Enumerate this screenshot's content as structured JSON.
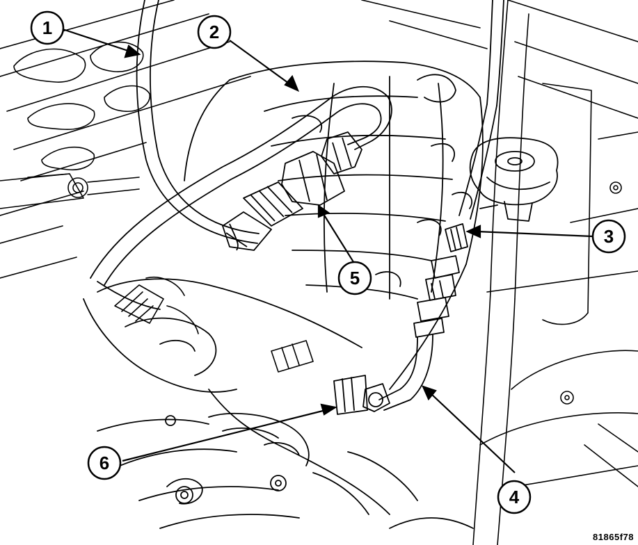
{
  "figure": {
    "code": "81865f78"
  },
  "callouts": [
    {
      "id": "1",
      "label": "1"
    },
    {
      "id": "2",
      "label": "2"
    },
    {
      "id": "3",
      "label": "3"
    },
    {
      "id": "4",
      "label": "4"
    },
    {
      "id": "5",
      "label": "5"
    },
    {
      "id": "6",
      "label": "6"
    }
  ],
  "colors": {
    "ink": "#000000",
    "paper": "#ffffff"
  }
}
